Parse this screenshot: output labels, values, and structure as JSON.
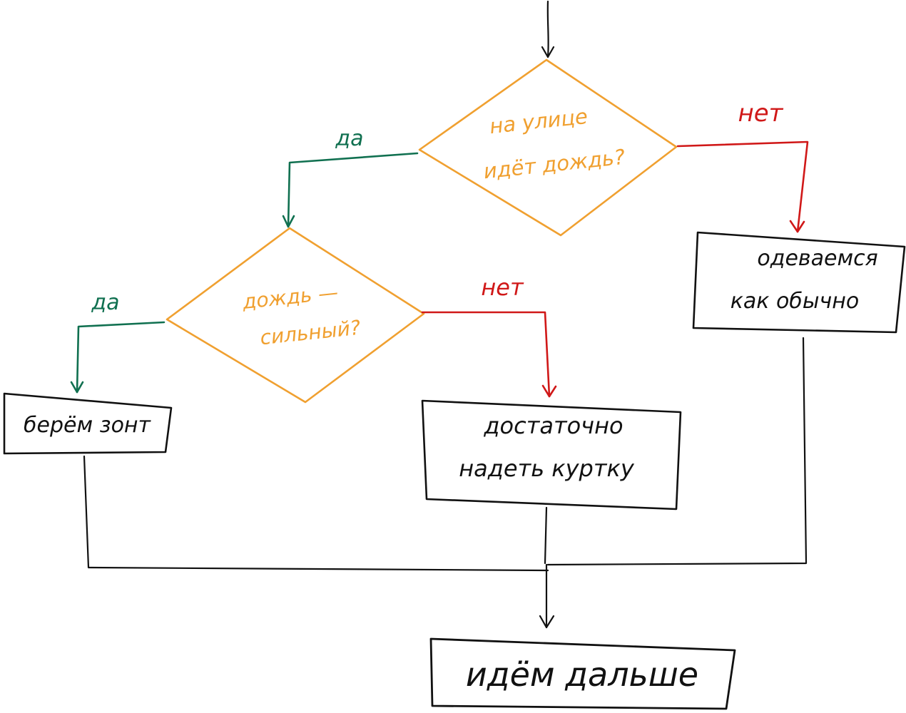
{
  "flowchart": {
    "decision_rain": {
      "line1": "на улице",
      "line2": "идёт дождь?"
    },
    "decision_heavy": {
      "line1": "дождь —",
      "line2": "сильный?"
    },
    "labels": {
      "yes_1": "да",
      "no_1": "нет",
      "yes_2": "да",
      "no_2": "нет"
    },
    "box_dress_normal": {
      "line1": "одеваемся",
      "line2": "как обычно"
    },
    "box_umbrella": {
      "text": "берём зонт"
    },
    "box_jacket": {
      "line1": "достаточно",
      "line2": "надеть куртку"
    },
    "box_continue": {
      "text": "идём дальше"
    }
  },
  "colors": {
    "decision": "#f0a030",
    "yes": "#107050",
    "no": "#d01818",
    "line": "#111111"
  }
}
